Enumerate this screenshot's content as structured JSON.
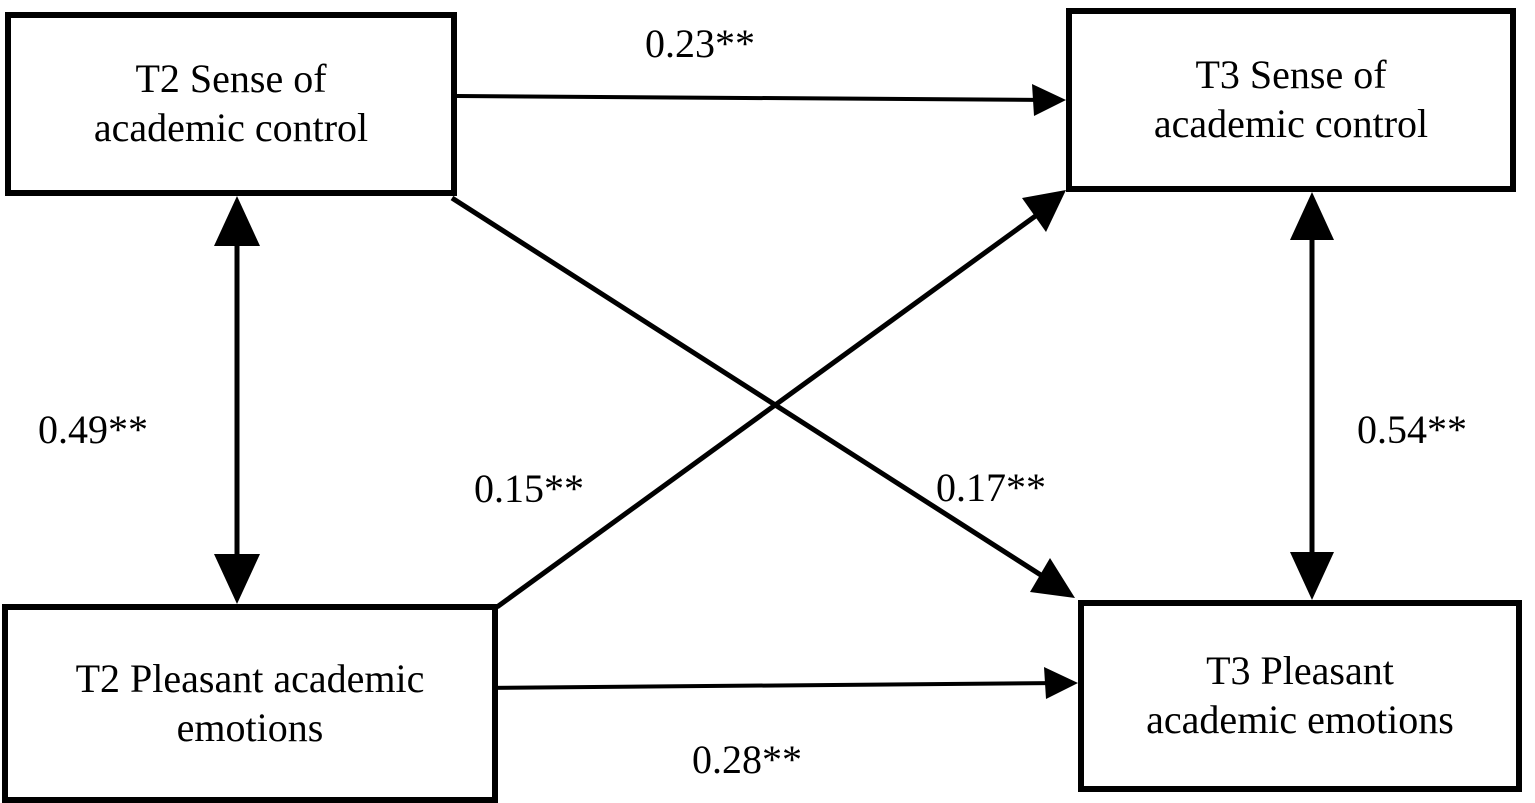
{
  "diagram": {
    "type": "cross-lagged-panel-path-model",
    "nodes": [
      {
        "id": "t2-control",
        "label": "T2 Sense of\nacademic control"
      },
      {
        "id": "t3-control",
        "label": "T3 Sense of\nacademic control"
      },
      {
        "id": "t2-emotions",
        "label": "T2 Pleasant academic\nemotions"
      },
      {
        "id": "t3-emotions",
        "label": "T3 Pleasant\nacademic emotions"
      }
    ],
    "edges": [
      {
        "id": "autoregressive-control",
        "from": "t2-control",
        "to": "t3-control",
        "arrow": "single",
        "coefficient": "0.23**"
      },
      {
        "id": "covariance-t2",
        "from": "t2-control",
        "to": "t2-emotions",
        "arrow": "double",
        "coefficient": "0.49**"
      },
      {
        "id": "cross-lag-emotions-to-control",
        "from": "t2-emotions",
        "to": "t3-control",
        "arrow": "single",
        "coefficient": "0.15**"
      },
      {
        "id": "cross-lag-control-to-emotions",
        "from": "t2-control",
        "to": "t3-emotions",
        "arrow": "single",
        "coefficient": "0.17**"
      },
      {
        "id": "covariance-t3",
        "from": "t3-control",
        "to": "t3-emotions",
        "arrow": "double",
        "coefficient": "0.54**"
      },
      {
        "id": "autoregressive-emotions",
        "from": "t2-emotions",
        "to": "t3-emotions",
        "arrow": "single",
        "coefficient": "0.28**"
      }
    ],
    "colors": {
      "stroke": "#000000",
      "fill": "#ffffff",
      "text": "#000000"
    }
  }
}
